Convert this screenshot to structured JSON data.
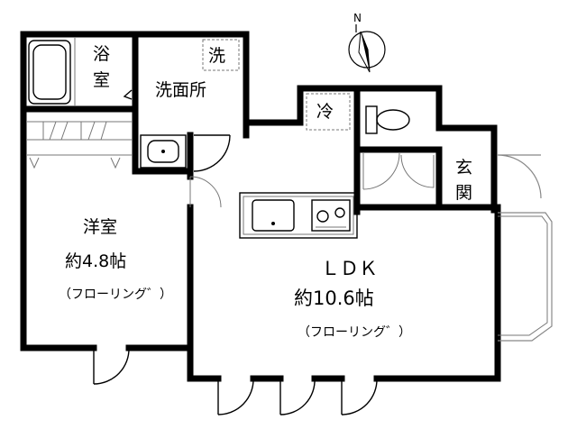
{
  "compass": {
    "north_label": "N"
  },
  "rooms": {
    "bath": {
      "line1": "浴",
      "line2": "室"
    },
    "washer": {
      "label": "洗"
    },
    "washroom": {
      "label": "洗面所"
    },
    "fridge": {
      "label": "冷"
    },
    "entrance": {
      "line1": "玄",
      "line2": "関"
    },
    "western": {
      "name": "洋室",
      "size": "約4.8帖",
      "floor": "（フローリング゛）"
    },
    "ldk": {
      "name": "ＬＤＫ",
      "size": "約10.6帖",
      "floor": "（フローリング゛）"
    }
  }
}
